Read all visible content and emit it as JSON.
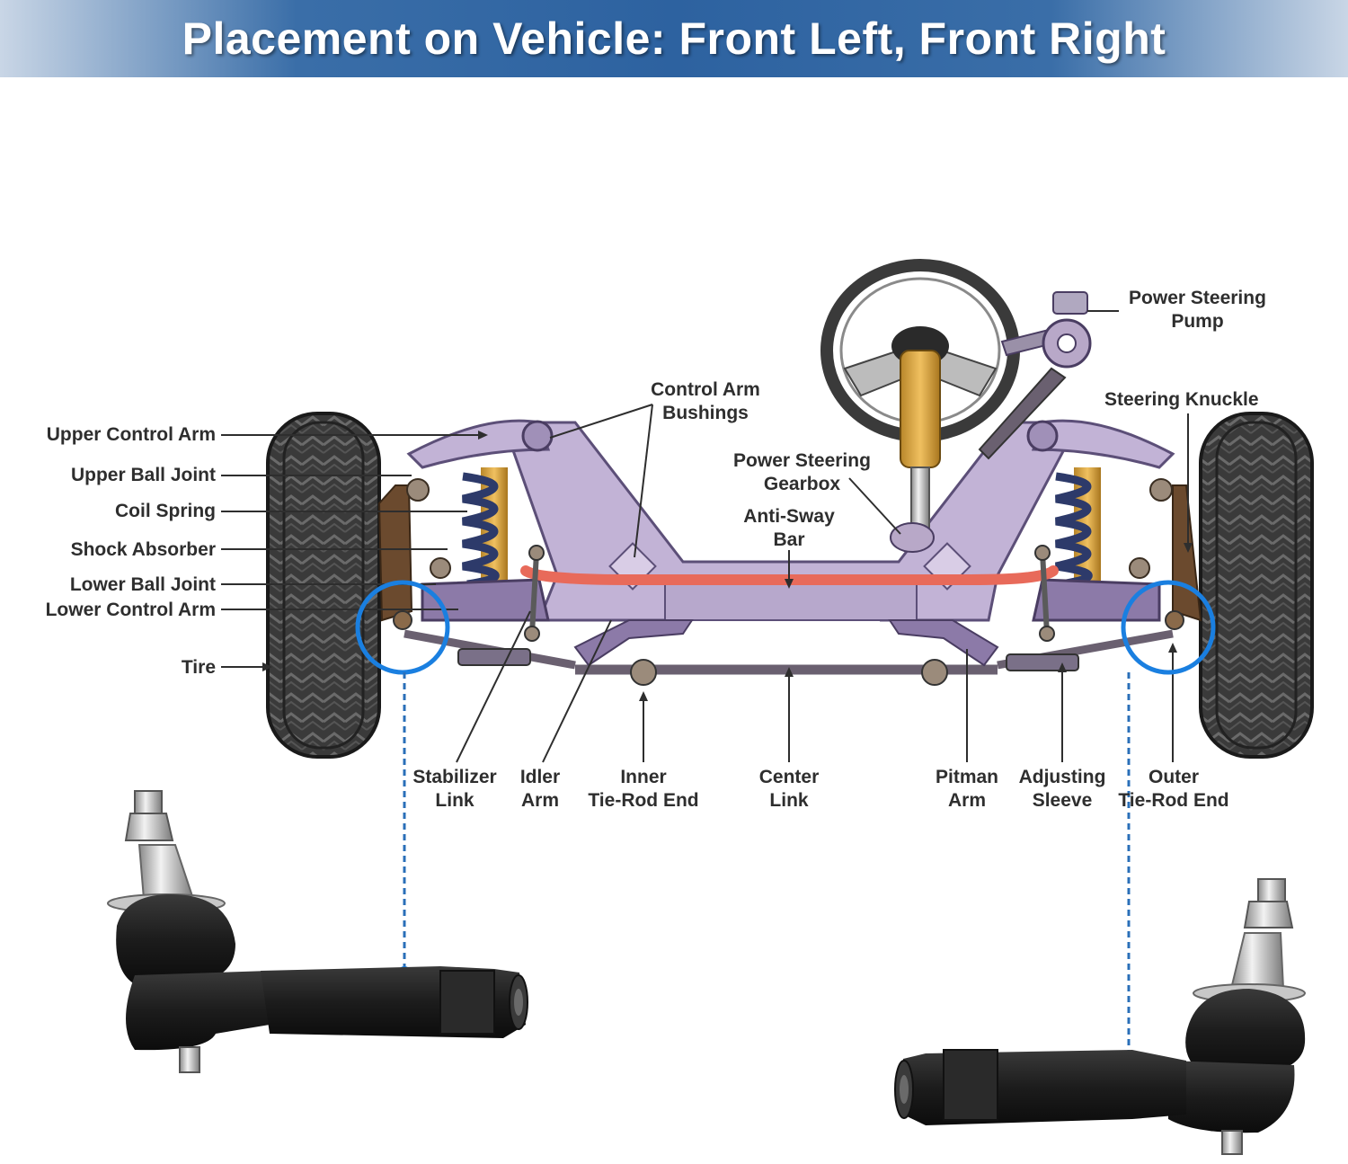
{
  "title": "Placement on Vehicle: Front Left, Front Right",
  "colors": {
    "banner": "#2d62a0",
    "frame": "#c2b3d6",
    "anti_sway_bar": "#e86a5a",
    "highlight_circle": "#1a7fe0",
    "label_text": "#2e2e2e",
    "part_black": "#1f1f1f"
  },
  "labels": {
    "upper_control_arm": "Upper Control Arm",
    "upper_ball_joint": "Upper Ball Joint",
    "coil_spring": "Coil Spring",
    "shock_absorber": "Shock Absorber",
    "lower_ball_joint": "Lower Ball Joint",
    "lower_control_arm": "Lower Control Arm",
    "tire": "Tire",
    "control_arm_bushings": [
      "Control Arm",
      "Bushings"
    ],
    "power_steering_gearbox": [
      "Power Steering",
      "Gearbox"
    ],
    "anti_sway_bar": [
      "Anti-Sway",
      "Bar"
    ],
    "power_steering_pump": [
      "Power Steering",
      "Pump"
    ],
    "steering_knuckle": "Steering Knuckle",
    "stabilizer_link": [
      "Stabilizer",
      "Link"
    ],
    "idler_arm": [
      "Idler",
      "Arm"
    ],
    "inner_tie_rod_end": [
      "Inner",
      "Tie-Rod End"
    ],
    "center_link": [
      "Center",
      "Link"
    ],
    "pitman_arm": [
      "Pitman",
      "Arm"
    ],
    "adjusting_sleeve": [
      "Adjusting",
      "Sleeve"
    ],
    "outer_tie_rod_end": [
      "Outer",
      "Tie-Rod End"
    ]
  },
  "parts": {
    "left": "outer-tie-rod-end-left",
    "right": "outer-tie-rod-end-right"
  }
}
